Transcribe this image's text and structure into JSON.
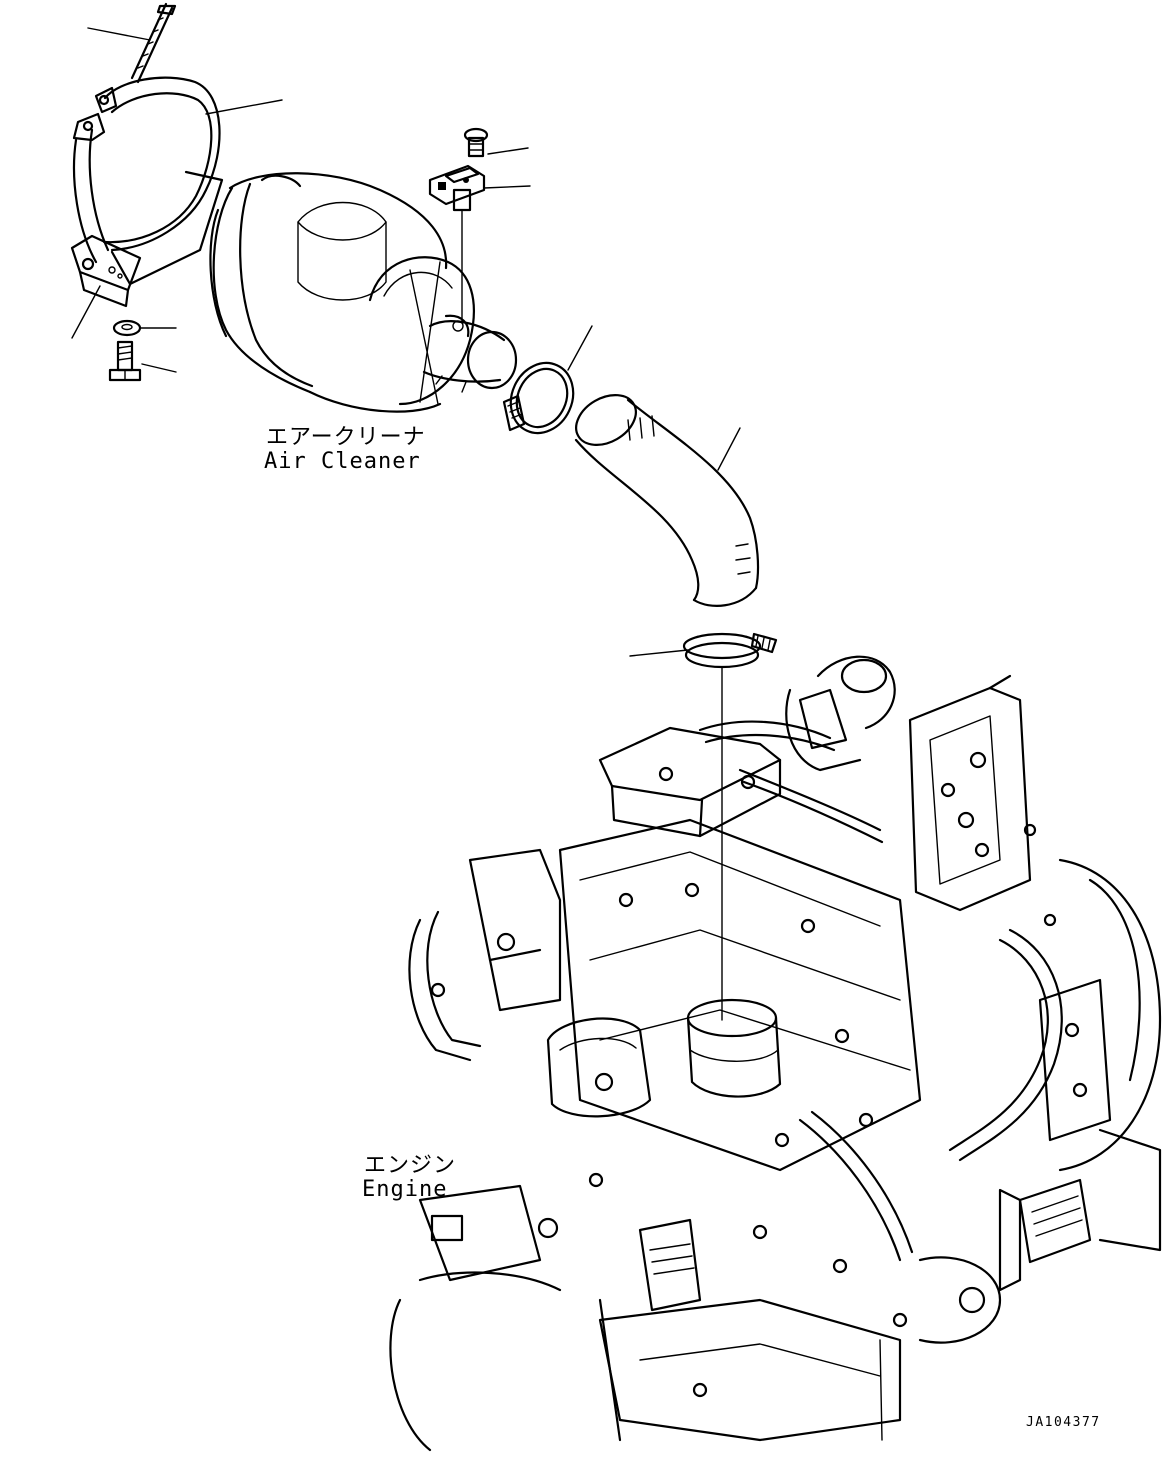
{
  "labels": {
    "air_cleaner_jp": "エアークリーナ",
    "air_cleaner_en": "Air Cleaner",
    "engine_jp": "エンジン",
    "engine_en": "Engine",
    "drawing_code": "JA104377"
  },
  "colors": {
    "line": "#000000",
    "background": "#ffffff"
  },
  "icons": {
    "bolt": "bolt-icon",
    "washer": "washer-icon",
    "band": "band-clamp-icon",
    "hose_clamp": "hose-clamp-icon"
  }
}
